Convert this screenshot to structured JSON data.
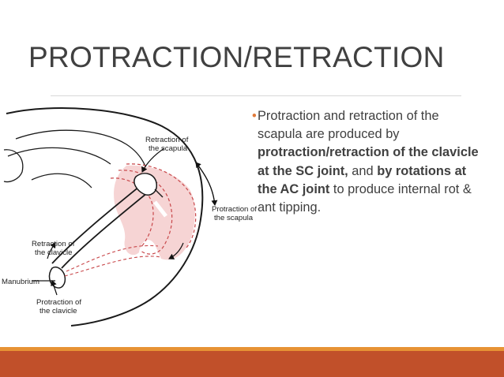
{
  "slide": {
    "title": "PROTRACTION/RETRACTION",
    "bullet": {
      "marker": "•",
      "parts": [
        {
          "text": "Protraction and retraction of the scapula are produced by ",
          "bold": false
        },
        {
          "text": "protraction/retraction of the clavicle at the SC joint,",
          "bold": true
        },
        {
          "text": " and ",
          "bold": false
        },
        {
          "text": "by rotations at the AC joint",
          "bold": true
        },
        {
          "text": " to produce internal rot & ant tipping.",
          "bold": false
        }
      ]
    },
    "colors": {
      "title": "#404040",
      "bullet_marker": "#e07a3a",
      "footer_bar": "#c1502a",
      "footer_accent": "#e79334",
      "scapula_fill": "#f6d4d4",
      "scapula_dash": "#c8474a"
    }
  },
  "figure": {
    "labels": {
      "retraction_scapula": [
        "Retraction of",
        "the scapula"
      ],
      "protraction_scapula": [
        "Protraction of",
        "the scapula"
      ],
      "retraction_clavicle": [
        "Retraction of",
        "the clavicle"
      ],
      "manubrium": "Manubrium",
      "protraction_clavicle": [
        "Protraction of",
        "the clavicle"
      ]
    }
  }
}
